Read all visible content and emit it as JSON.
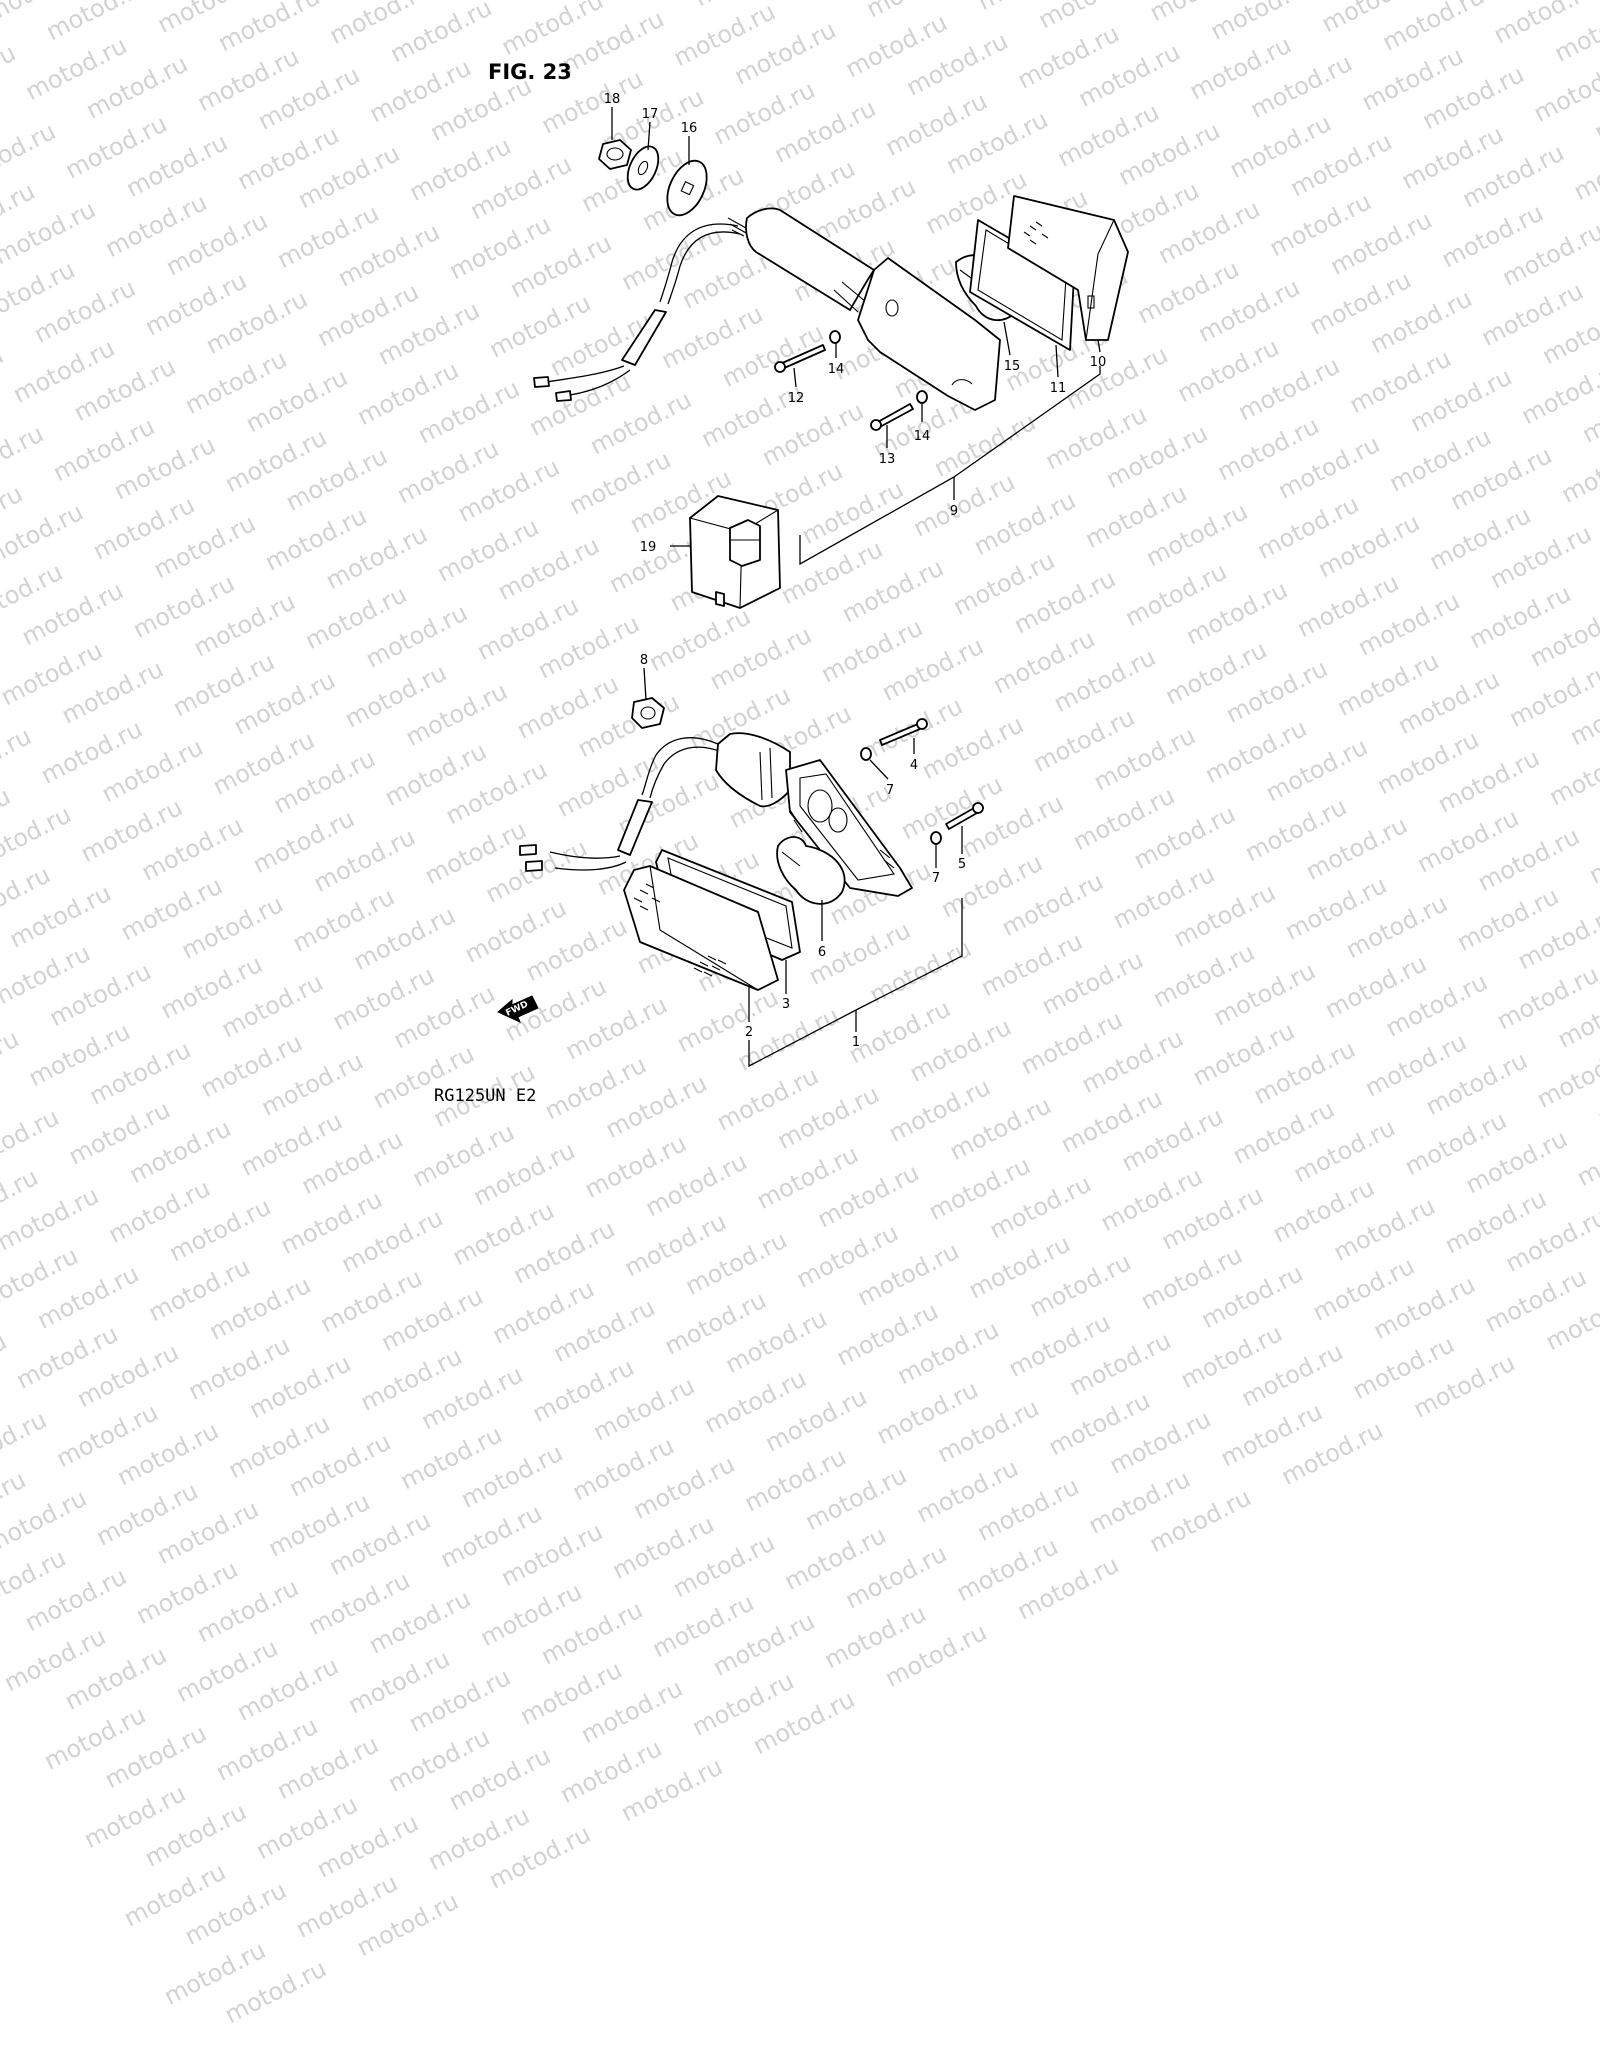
{
  "figure_title": "FIG. 23",
  "model_code": "RG125UN E2",
  "watermark_text": "motod.ru",
  "fwd_label": "FWD",
  "callouts": {
    "c1": "1",
    "c2": "2",
    "c3": "3",
    "c4": "4",
    "c5": "5",
    "c6": "6",
    "c7a": "7",
    "c7b": "7",
    "c8": "8",
    "c9": "9",
    "c10": "10",
    "c11": "11",
    "c12": "12",
    "c13": "13",
    "c14a": "14",
    "c14b": "14",
    "c15": "15",
    "c16": "16",
    "c17": "17",
    "c18": "18",
    "c19": "19"
  }
}
